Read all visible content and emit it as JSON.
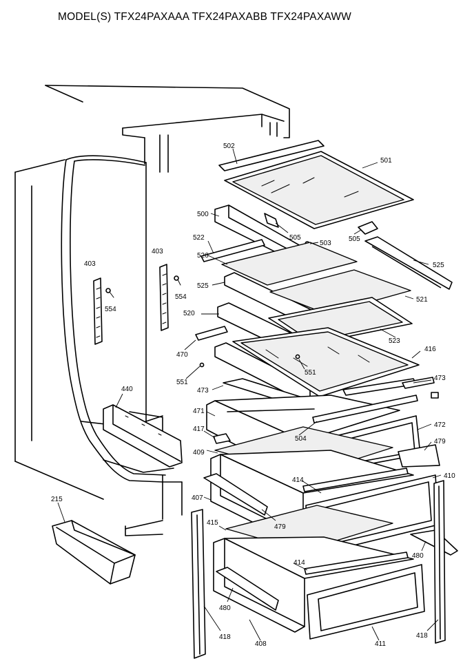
{
  "header": {
    "models_title": "MODEL(S) TFX24PAXAAA  TFX24PAXABB  TFX24PAXAWW"
  },
  "callouts": {
    "c502": "502",
    "c501": "501",
    "c500": "500",
    "c505a": "505",
    "c503": "503",
    "c505b": "505",
    "c522": "522",
    "c525a": "525",
    "c526": "526",
    "c525b": "525",
    "c521": "521",
    "c403a": "403",
    "c554a": "554",
    "c403b": "403",
    "c554b": "554",
    "c520": "520",
    "c523": "523",
    "c470": "470",
    "c416": "416",
    "c551a": "551",
    "c551b": "551",
    "c473a": "473",
    "c473b": "473",
    "c440": "440",
    "c471": "471",
    "c472": "472",
    "c417": "417",
    "c504": "504",
    "c479a": "479",
    "c409": "409",
    "c414a": "414",
    "c410": "410",
    "c407": "407",
    "c479b": "479",
    "c215": "215",
    "c415": "415",
    "c480a": "480",
    "c414b": "414",
    "c480b": "480",
    "c418a": "418",
    "c408": "408",
    "c411": "411",
    "c418b": "418"
  }
}
